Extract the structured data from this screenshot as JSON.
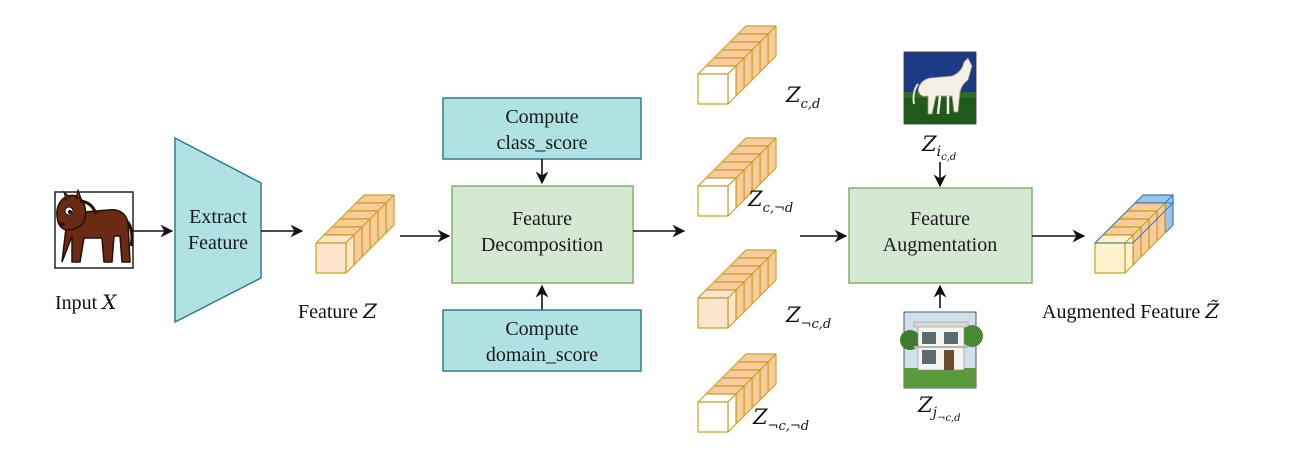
{
  "input": {
    "label": "Input",
    "var": "X",
    "image": "cartoon-horse-icon"
  },
  "extract": {
    "line1": "Extract",
    "line2": "Feature"
  },
  "feature": {
    "label": "Feature",
    "var": "Z"
  },
  "class_box": {
    "line1": "Compute",
    "line2": "class_score"
  },
  "decomp": {
    "line1": "Feature",
    "line2": "Decomposition"
  },
  "domain_box": {
    "line1": "Compute",
    "line2": "domain_score"
  },
  "components": [
    {
      "main": "Z",
      "sub": "c,d"
    },
    {
      "main": "Z",
      "sub": "c,¬d"
    },
    {
      "main": "Z",
      "sub": "¬c,d"
    },
    {
      "main": "Z",
      "sub": "¬c,¬d"
    }
  ],
  "augment": {
    "line1": "Feature",
    "line2": "Augmentation"
  },
  "top_image": {
    "main": "Z",
    "sub": "i",
    "subsub": "c,d",
    "image": "white-horse-photo"
  },
  "bottom_image": {
    "main": "Z",
    "sub": "j",
    "subsub": "¬c,d",
    "image": "house-photo"
  },
  "output": {
    "label": "Augmented Feature",
    "var": "Z̃"
  },
  "colors": {
    "teal_fill": "#b0e2e4",
    "teal_stroke": "#2e7d8c",
    "green_fill": "#d5e8d4",
    "green_stroke": "#82b366",
    "cube_peach": "#fce5cd",
    "cube_orange": "#f9cb9c",
    "cube_stroke": "#c9a227",
    "cube_yellow": "#fff2cc",
    "cube_blue": "#9dc3e6",
    "cube_blue_stroke": "#3a7ab8"
  }
}
